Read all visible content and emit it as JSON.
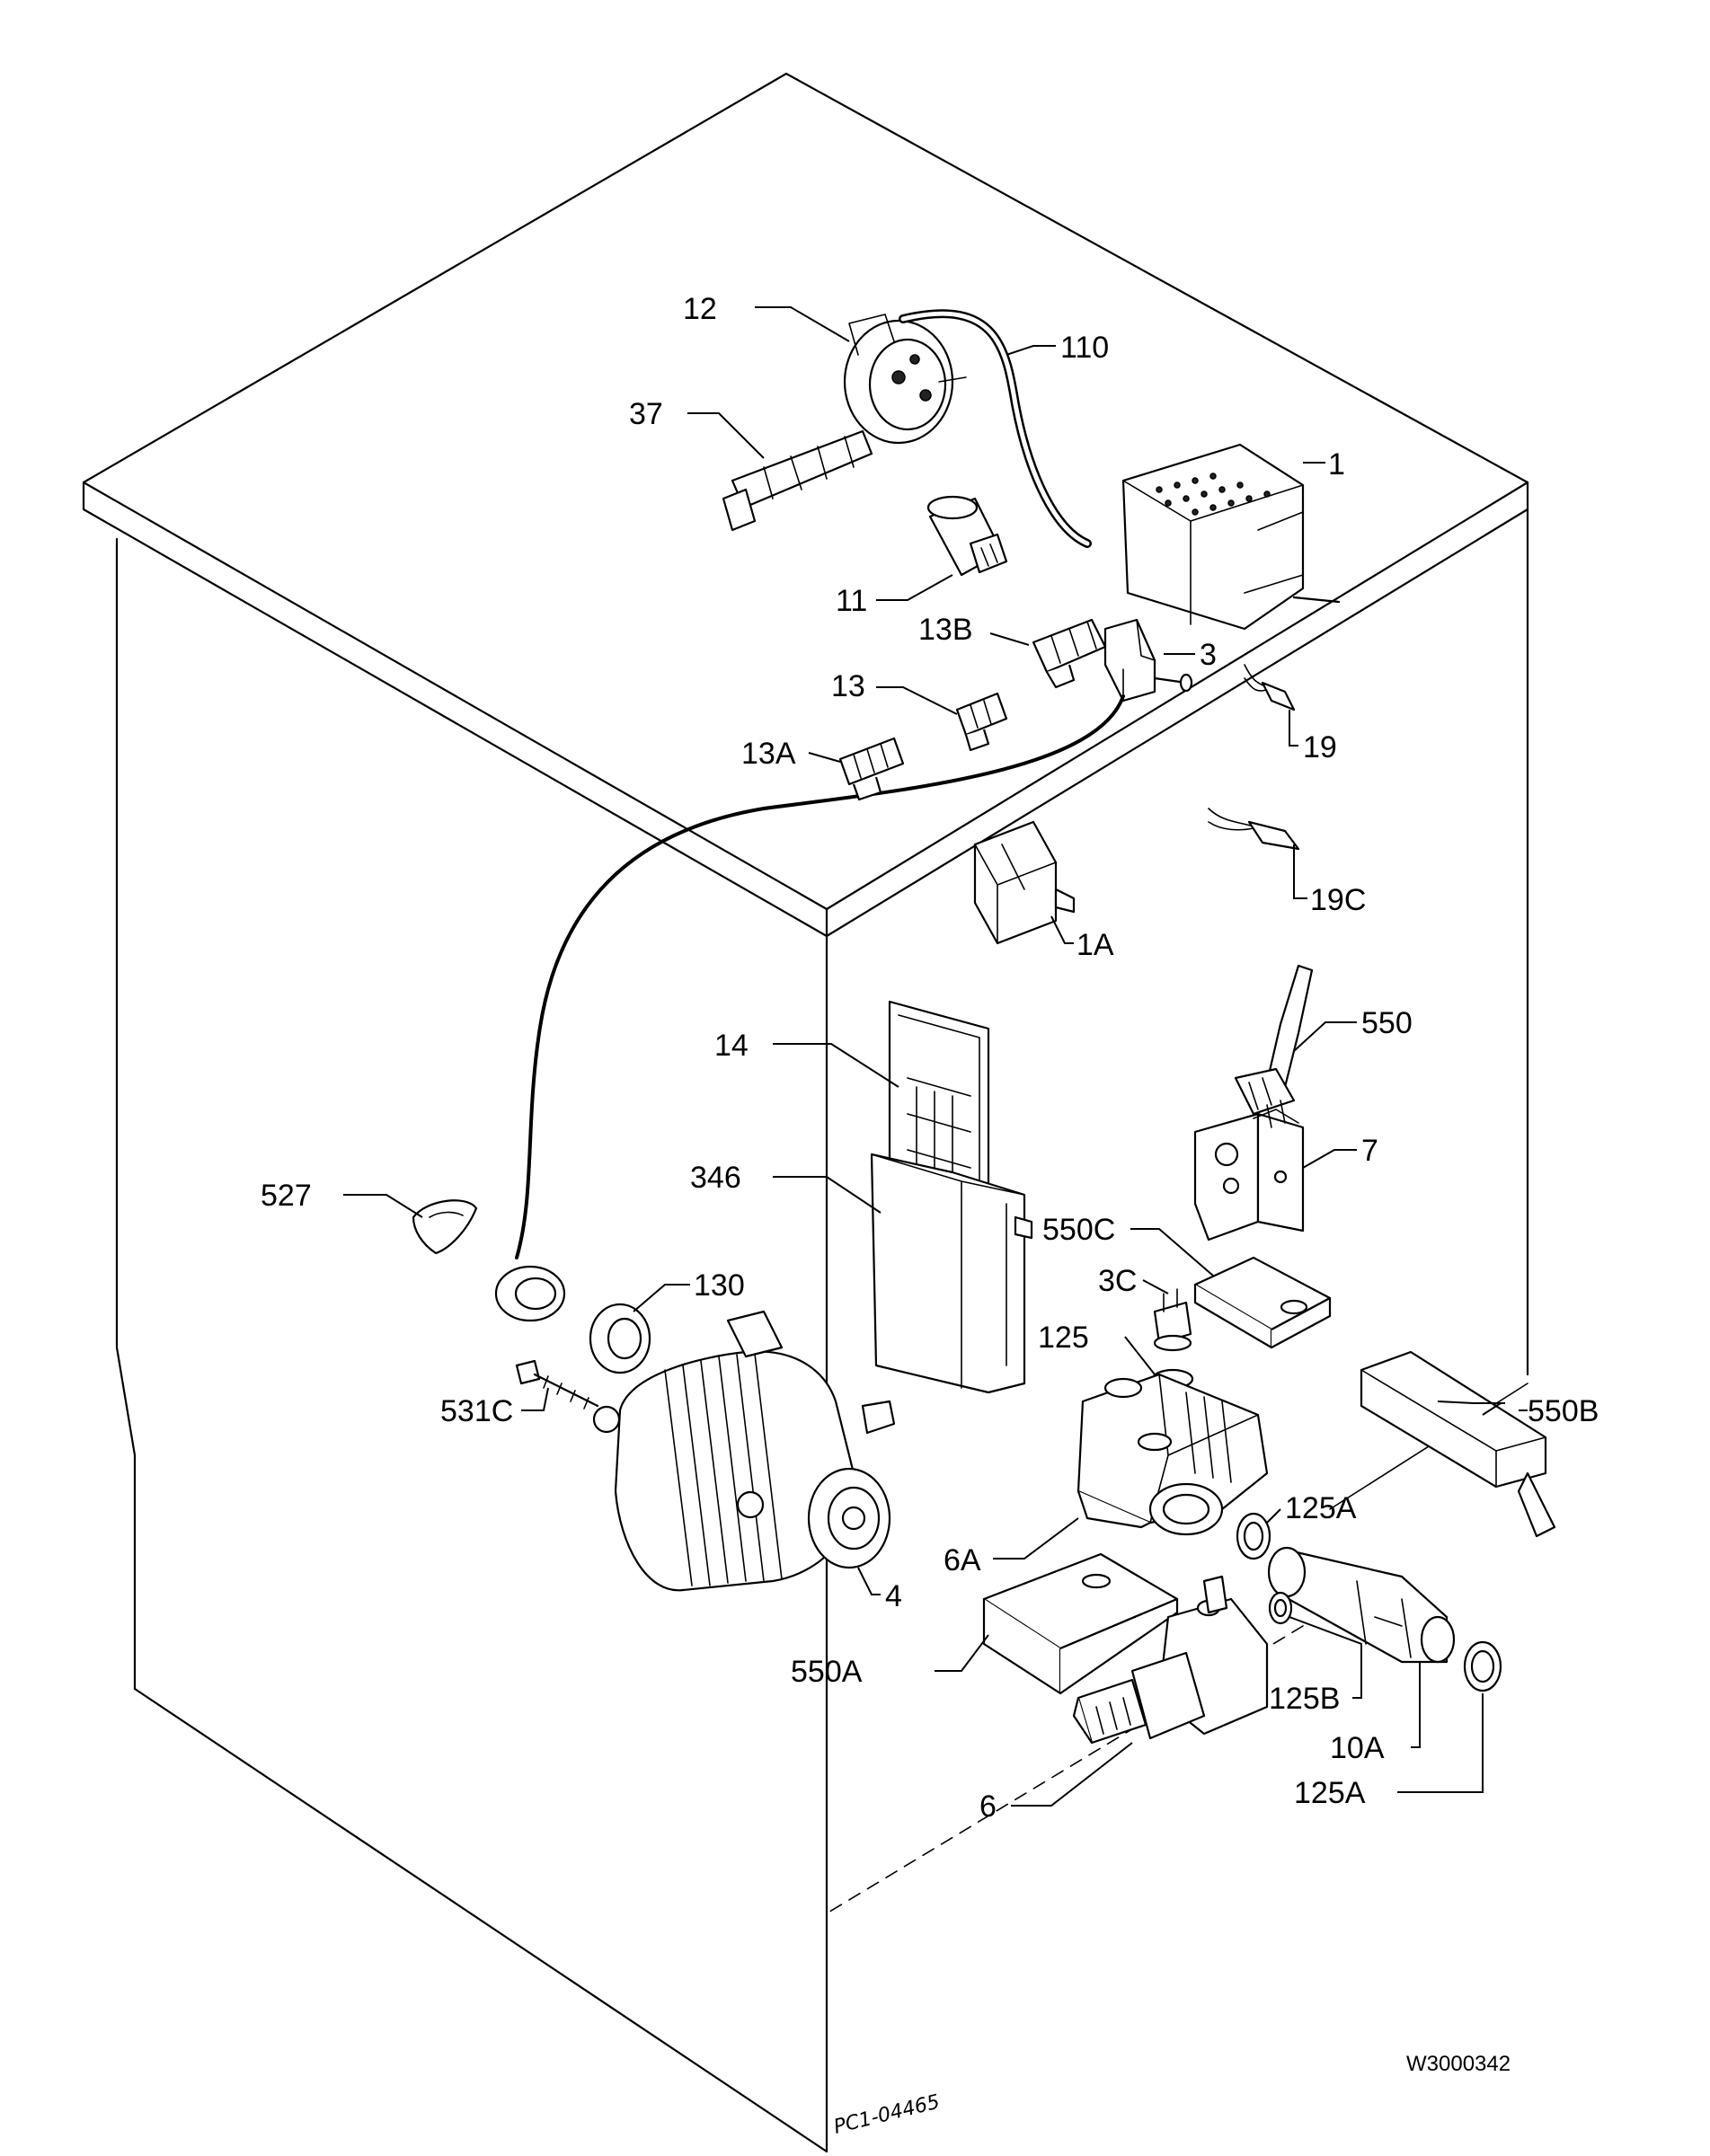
{
  "drawing": {
    "code": "W3000342",
    "handwritten_note": "PC1-04465"
  },
  "labels": [
    "12",
    "110",
    "37",
    "1",
    "11",
    "13B",
    "3",
    "13",
    "19",
    "13A",
    "19C",
    "1A",
    "550",
    "14",
    "7",
    "346",
    "527",
    "550C",
    "3C",
    "130",
    "125",
    "550B",
    "531C",
    "125A",
    "6A",
    "4",
    "550A",
    "125B",
    "10A",
    "6",
    "125A"
  ]
}
